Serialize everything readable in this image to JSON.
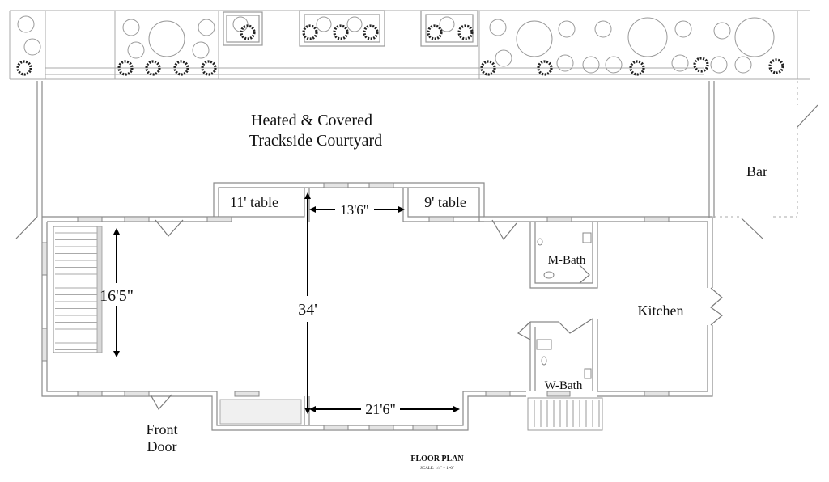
{
  "title": {
    "main": "FLOOR PLAN",
    "scale": "SCALE: 1/4\" = 1'-0\""
  },
  "rooms": {
    "courtyard_line1": "Heated & Covered",
    "courtyard_line2": "Trackside Courtyard",
    "bar": "Bar",
    "table_11": "11' table",
    "table_9": "9' table",
    "m_bath": "M-Bath",
    "w_bath": "W-Bath",
    "kitchen": "Kitchen",
    "front_door_line1": "Front",
    "front_door_line2": "Door"
  },
  "dimensions": {
    "stair_length": "16'5\"",
    "room_depth": "34'",
    "top_width": "13'6\"",
    "bottom_width": "21'6\""
  },
  "colors": {
    "wall": "#8a8a8a",
    "dimension": "#000000",
    "window_fill": "#e4e4e4",
    "shrub": "#222222"
  }
}
